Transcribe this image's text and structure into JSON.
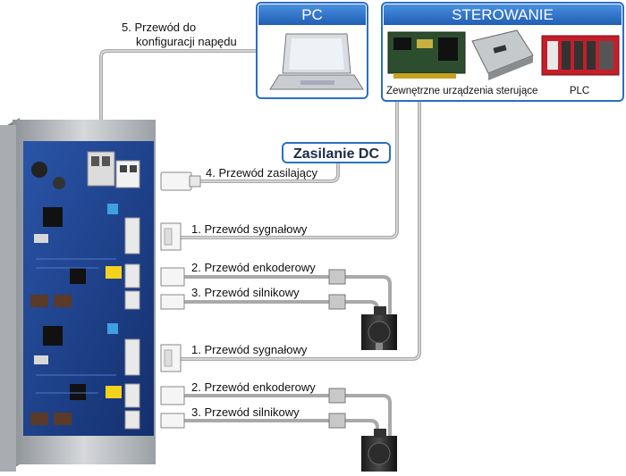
{
  "boxes": {
    "pc": {
      "title": "PC"
    },
    "sterowanie": {
      "title": "STEROWANIE",
      "device_label": "Zewnętrzne urządzenia sterujące",
      "plc_label": "PLC"
    },
    "zasilanie": {
      "title": "Zasilanie DC"
    }
  },
  "cables": {
    "config": "5. Przewód do\nkonfiguracji napędu",
    "power": "4. Przewód zasilający",
    "signal_1": "1. Przewód sygnałowy",
    "encoder_1": "2. Przewód enkoderowy",
    "motor_1": "3. Przewód silnikowy",
    "signal_2": "1. Przewód sygnałowy",
    "encoder_2": "2. Przewód enkoderowy",
    "motor_2": "3. Przewód silnikowy"
  },
  "colors": {
    "box_blue": "#2b6fc4",
    "pcb_blue": "#1c3f88",
    "cable_grey": "#a9a9a9",
    "heatsink": "#b9bcc0"
  },
  "icons": [
    "laptop-icon",
    "control-card-icon",
    "controller-module-icon",
    "plc-icon",
    "servo-motor-icon",
    "connector-plug-icon",
    "driver-board-icon"
  ]
}
